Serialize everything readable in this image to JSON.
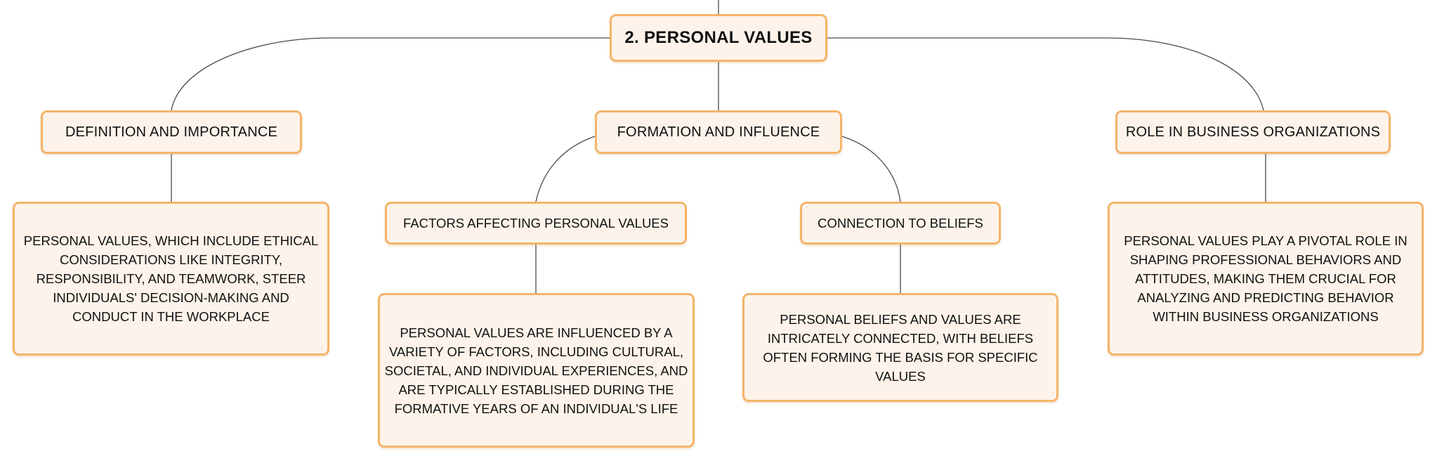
{
  "mindmap": {
    "root": {
      "label": "2. PERSONAL VALUES"
    },
    "definition": {
      "label": "DEFINITION AND IMPORTANCE",
      "text": "PERSONAL VALUES, WHICH INCLUDE ETHICAL CONSIDERATIONS LIKE INTEGRITY, RESPONSIBILITY, AND TEAMWORK, STEER INDIVIDUALS' DECISION-MAKING AND CONDUCT IN THE WORKPLACE"
    },
    "formation": {
      "label": "FORMATION AND INFLUENCE",
      "factors": {
        "label": "FACTORS AFFECTING PERSONAL VALUES",
        "text": "PERSONAL VALUES ARE INFLUENCED BY A VARIETY OF FACTORS, INCLUDING CULTURAL, SOCIETAL, AND INDIVIDUAL EXPERIENCES, AND ARE TYPICALLY ESTABLISHED DURING THE FORMATIVE YEARS OF AN INDIVIDUAL'S LIFE"
      },
      "beliefs": {
        "label": "CONNECTION TO BELIEFS",
        "text": "PERSONAL BELIEFS AND VALUES ARE INTRICATELY CONNECTED, WITH BELIEFS OFTEN FORMING THE BASIS FOR SPECIFIC VALUES"
      }
    },
    "role": {
      "label": "ROLE IN BUSINESS ORGANIZATIONS",
      "text": "PERSONAL VALUES PLAY A PIVOTAL ROLE IN SHAPING PROFESSIONAL BEHAVIORS AND ATTITUDES, MAKING THEM CRUCIAL FOR ANALYZING AND PREDICTING BEHAVIOR WITHIN BUSINESS ORGANIZATIONS"
    }
  },
  "colors": {
    "node_fill": "#fdf3ea",
    "node_border": "#f4b46a",
    "connector": "#4a4a4a",
    "text": "#111111"
  }
}
